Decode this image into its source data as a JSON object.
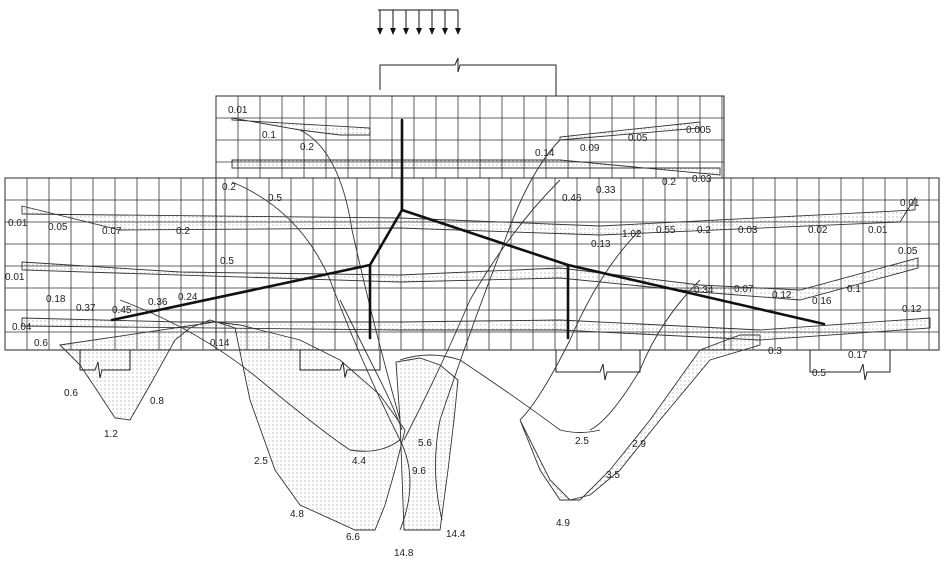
{
  "labels": {
    "top_a": "0.01",
    "top_b": "0.1",
    "top_c": "0.2",
    "top_d": "0.14",
    "top_e": "0.09",
    "top_f": "0.05",
    "top_g": "0.005",
    "r2_a": "0.2",
    "r2_b": "0.5",
    "r2_c": "0.46",
    "r2_d": "0.33",
    "r2_e": "0.2",
    "r2_f": "0.03",
    "r3_a": "0.01",
    "r3_b": "0.05",
    "r3_c": "0.07",
    "r3_d": "0.2",
    "r3_e": "0.13",
    "r3_f": "1.02",
    "r3_g": "0.55",
    "r3_h": "0.2",
    "r3_i": "0.03",
    "r3_j": "0.02",
    "r3_k": "0.01",
    "r3_l": "0.01",
    "r4_a": "0.5",
    "r4_b": "0.01",
    "r4_c": "0.18",
    "r4_d": "0.37",
    "r4_e": "0.45",
    "r4_f": "0.36",
    "r4_g": "0.24",
    "r4_h": "0.34",
    "r4_i": "0.07",
    "r4_j": "0.12",
    "r4_k": "0.16",
    "r4_l": "0.1",
    "r4_m": "0.05",
    "r5_a": "0.04",
    "r5_b": "0.6",
    "r5_c": "0.14",
    "r5_d": "0.12",
    "r5_e": "0.3",
    "r5_f": "0.17",
    "r5_g": "0.5",
    "low_a": "0.6",
    "low_b": "0.8",
    "low_c": "1.2",
    "low_d": "2.5",
    "low_e": "4.4",
    "low_f": "5.6",
    "low_g": "9.6",
    "low_h": "2.5",
    "low_i": "2.9",
    "low_j": "3.5",
    "low_k": "4.8",
    "low_l": "6.6",
    "low_m": "14.8",
    "low_n": "14.4",
    "low_o": "4.9"
  }
}
